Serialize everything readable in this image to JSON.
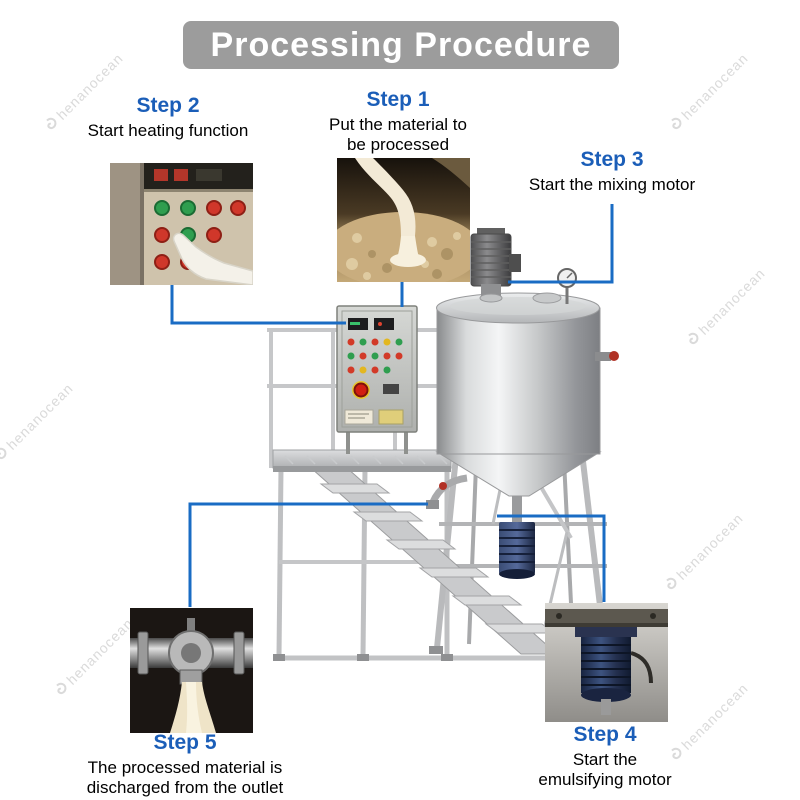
{
  "banner": {
    "title": "Processing Procedure"
  },
  "steps": {
    "step1": {
      "label": "Step 1",
      "description": "Put the material to be processed"
    },
    "step2": {
      "label": "Step 2",
      "description": "Start heating function"
    },
    "step3": {
      "label": "Step 3",
      "description": "Start the mixing motor"
    },
    "step4": {
      "label": "Step 4",
      "description": "Start the emulsifying motor"
    },
    "step5": {
      "label": "Step 5",
      "description": "The processed material is discharged from the outlet"
    }
  },
  "images": {
    "step1_photo": "material-pouring-photo",
    "step2_photo": "control-panel-hand-photo",
    "step4_photo": "emulsifying-motor-photo",
    "step5_photo": "outlet-discharge-photo",
    "machine": "mixing-machine-photo"
  },
  "colors": {
    "banner_bg": "#9c9c9c",
    "banner_text": "#ffffff",
    "step_label": "#1b5eb8",
    "connector": "#1a6cc4",
    "description_text": "#000000"
  },
  "watermark": {
    "text": "henanocean"
  }
}
